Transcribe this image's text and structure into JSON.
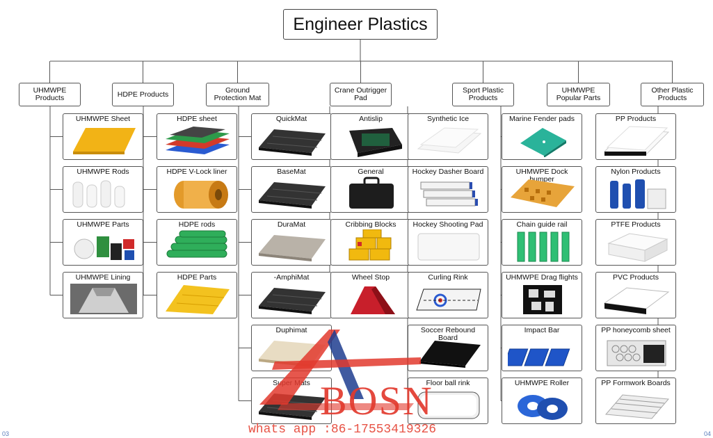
{
  "root_title": "Engineer Plastics",
  "categories": [
    {
      "label": "UHMWPE Products",
      "items": [
        {
          "label": "UHMWPE Sheet",
          "icon": "yellow-sheet-icon"
        },
        {
          "label": "UHMWPE Rods",
          "icon": "white-rods-icon"
        },
        {
          "label": "UHMWPE Parts",
          "icon": "colored-parts-icon"
        },
        {
          "label": "UHMWPE Lining",
          "icon": "truck-lining-icon"
        }
      ]
    },
    {
      "label": "HDPE Products",
      "items": [
        {
          "label": "HDPE sheet",
          "icon": "stacked-sheets-icon"
        },
        {
          "label": "HDPE  V-Lock liner",
          "icon": "orange-roll-icon"
        },
        {
          "label": "HDPE rods",
          "icon": "green-rods-icon"
        },
        {
          "label": "HDPE Parts",
          "icon": "yellow-mat-icon"
        }
      ]
    },
    {
      "label": "Ground Protection Mat",
      "items": [
        {
          "label": "QuickMat",
          "icon": "dark-mat-icon"
        },
        {
          "label": "BaseMat",
          "icon": "dark-mat-icon"
        },
        {
          "label": "DuraMat",
          "icon": "gray-mat-icon"
        },
        {
          "label": "-AmphiMat",
          "icon": "dark-mat-icon"
        },
        {
          "label": "Duphimat",
          "icon": "beige-mat-icon"
        },
        {
          "label": "Super Mats",
          "icon": "dark-mat-icon"
        }
      ]
    },
    {
      "label": "Crane Outrigger Pad",
      "items": [
        {
          "label": "Antislip",
          "icon": "black-pad-icon"
        },
        {
          "label": "General",
          "icon": "black-bag-icon"
        },
        {
          "label": "Cribbing Blocks",
          "icon": "yellow-blocks-icon"
        },
        {
          "label": "Wheel Stop",
          "icon": "red-wedge-icon"
        }
      ]
    },
    {
      "label": "Sport Plastic Products",
      "items": [
        {
          "label": "Synthetic Ice",
          "icon": "white-panels-icon"
        },
        {
          "label": "Hockey Dasher Board",
          "icon": "board-panels-icon"
        },
        {
          "label": "Hockey Shooting Pad",
          "icon": "white-pad-icon"
        },
        {
          "label": "Curling Rink",
          "icon": "curling-rink-icon"
        },
        {
          "label": "Soccer Rebound Board",
          "icon": "black-board-icon"
        },
        {
          "label": "Floor ball rink",
          "icon": "rink-icon"
        }
      ]
    },
    {
      "label": "UHMWPE Popular Parts",
      "items": [
        {
          "label": "Marine Fender pads",
          "icon": "teal-pad-icon"
        },
        {
          "label": "UHMWPE Dock bumper",
          "icon": "orange-bumper-icon"
        },
        {
          "label": "Chain guide rail",
          "icon": "green-rails-icon"
        },
        {
          "label": "UHMWPE Drag flights",
          "icon": "drag-flights-icon"
        },
        {
          "label": "Impact Bar",
          "icon": "blue-bars-icon"
        },
        {
          "label": "UHMWPE Roller",
          "icon": "blue-roller-icon"
        }
      ]
    },
    {
      "label": "Other Plastic Products",
      "items": [
        {
          "label": "PP Products",
          "icon": "white-sheets-icon"
        },
        {
          "label": "Nylon Products",
          "icon": "blue-rods-icon"
        },
        {
          "label": "PTFE Products",
          "icon": "white-block-icon"
        },
        {
          "label": "PVC Products",
          "icon": "white-black-sheet-icon"
        },
        {
          "label": "PP honeycomb sheet",
          "icon": "honeycomb-icon"
        },
        {
          "label": "PP Formwork Boards",
          "icon": "formwork-icon"
        }
      ]
    }
  ],
  "watermark": {
    "brand": "BOSN",
    "contact": "whats app :86-17553419326",
    "page_left": "03",
    "page_right": "04"
  }
}
